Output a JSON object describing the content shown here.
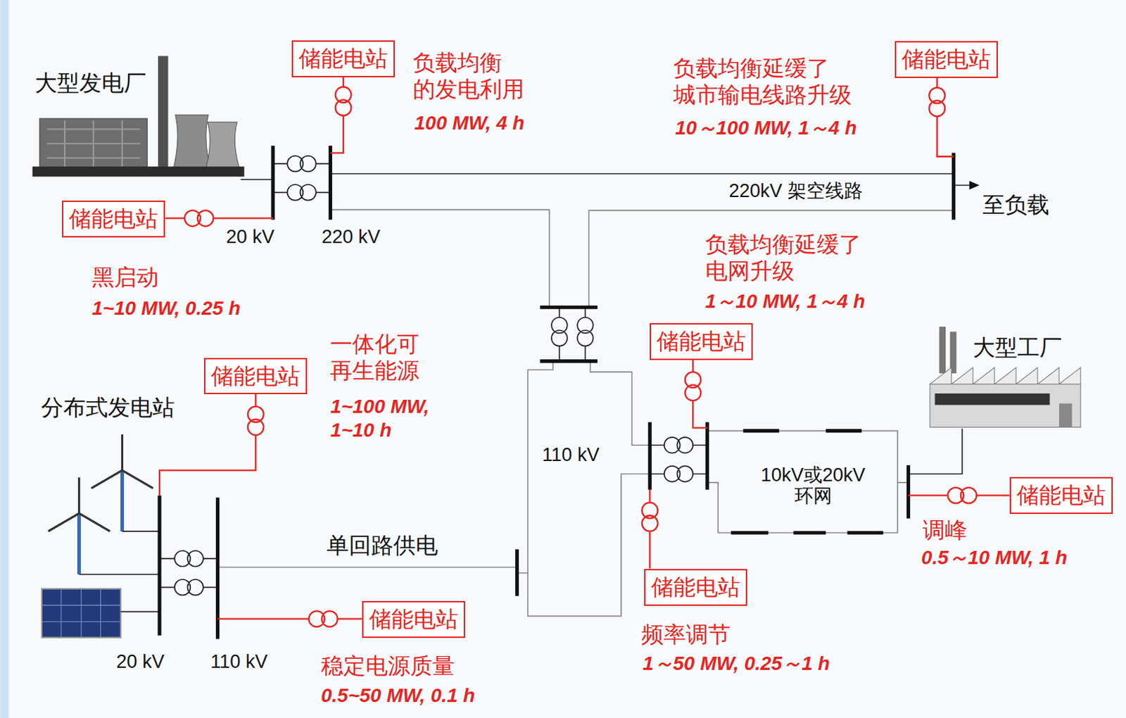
{
  "diagram": {
    "nodes": [
      {
        "text": [
          "储能电站"
        ]
      },
      {
        "text": [
          "储能电站"
        ]
      },
      {
        "text": [
          "储能电站"
        ]
      },
      {
        "text": [
          "储能电站"
        ]
      },
      {
        "text": [
          "储能电站"
        ]
      },
      {
        "text": [
          "储能电站"
        ]
      },
      {
        "text": [
          "储能电站"
        ]
      },
      {
        "text": [
          "储能电站"
        ]
      }
    ],
    "labels": [
      "大型发电厂",
      "负载均衡 的发电利用",
      "100 MW, 4 h",
      "负载均衡延缓了 城市输电线路升级",
      "10～100 MW, 1～4 h",
      "20 kV",
      "220 kV",
      "220kV 架空线路",
      "至负载",
      "黑启动",
      "1~10 MW, 0.25 h",
      "负载均衡延缓了 电网升级",
      "1～10 MW, 1～4 h",
      "一体化可 再生能源",
      "1~100 MW, 1~10 h",
      "分布式发电站",
      "大型工厂",
      "110 kV",
      "10kV或20kV 环网",
      "调峰",
      "0.5～10 MW, 1 h",
      "单回路供电",
      "20 kV",
      "110 kV",
      "稳定电源质量",
      "0.5~50 MW, 0.1 h",
      "频率调节",
      "1～50 MW, 0.25～1 h"
    ]
  }
}
